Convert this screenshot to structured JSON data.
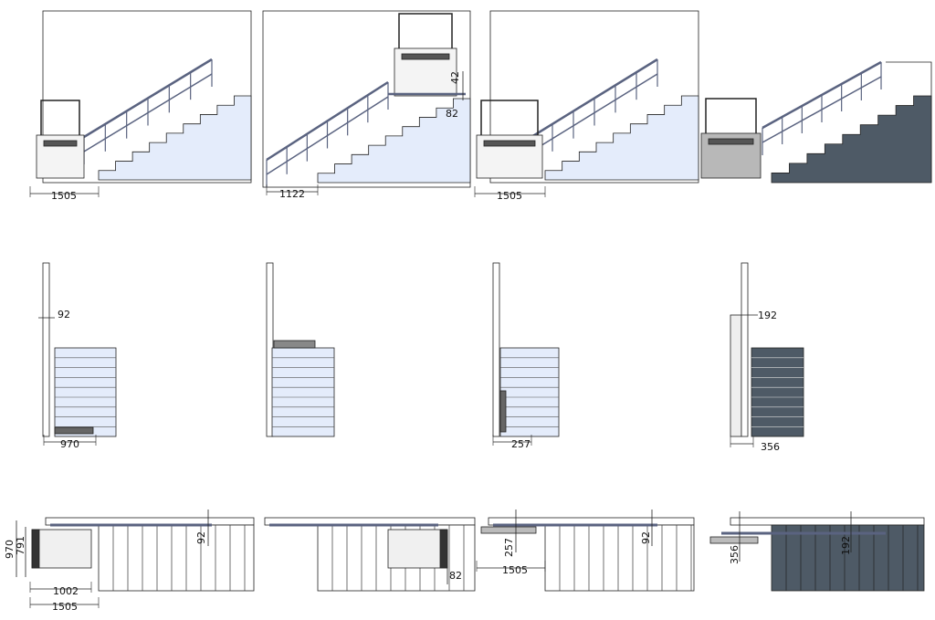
{
  "colors": {
    "light_fill": "#e4ecfb",
    "dark_fill": "#4e5a66",
    "rail": "#5a6380",
    "chair_gray": "#b8b8b8",
    "line": "#222222"
  },
  "views": {
    "row1": {
      "v1": [
        "1505"
      ],
      "v2": [
        "1122",
        "42",
        "82"
      ],
      "v3": [
        "1505"
      ],
      "v4": []
    },
    "row2": {
      "v1": [
        "92",
        "970"
      ],
      "v2": [],
      "v3": [
        "257"
      ],
      "v4": [
        "192",
        "356"
      ]
    },
    "row3": {
      "v1": [
        "970",
        "791",
        "1002",
        "1505",
        "92"
      ],
      "v2": [
        "82"
      ],
      "v3": [
        "257",
        "92",
        "1505"
      ],
      "v4": [
        "356",
        "192"
      ]
    }
  }
}
